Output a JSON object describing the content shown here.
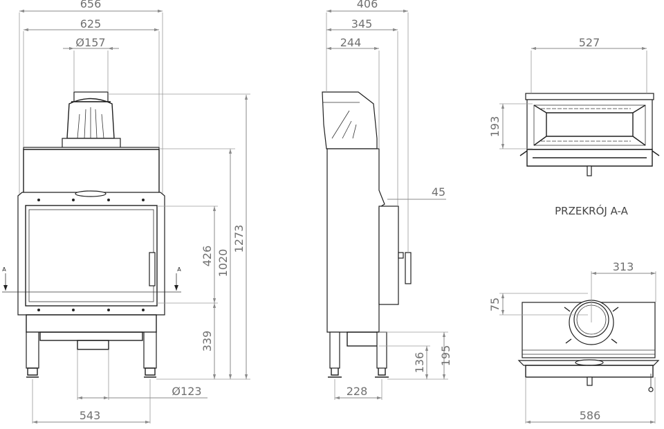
{
  "front_view": {
    "dims": {
      "overall_width": "656",
      "body_width": "625",
      "flue_diameter": "Ø157",
      "glass_height": "426",
      "height_to_top": "1020",
      "total_height": "1273",
      "glass_bottom_height": "339",
      "air_inlet_diameter": "Ø123",
      "leg_spacing": "543"
    },
    "section_marker": "A"
  },
  "side_view": {
    "dims": {
      "overall_depth": "406",
      "body_depth": "345",
      "flue_offset": "244",
      "door_offset": "45",
      "leg_spacing": "228",
      "inlet_height": "136",
      "inlet_top_height": "195"
    }
  },
  "section_view": {
    "dims": {
      "width": "527",
      "depth": "193"
    },
    "title": "PRZEKRÓJ A-A"
  },
  "top_view": {
    "dims": {
      "flue_center_offset": "313",
      "flue_depth_offset": "75",
      "width": "586"
    }
  },
  "colors": {
    "lines": "#1e1e1e",
    "dimensions": "#8a8a8a",
    "text": "#707070"
  }
}
